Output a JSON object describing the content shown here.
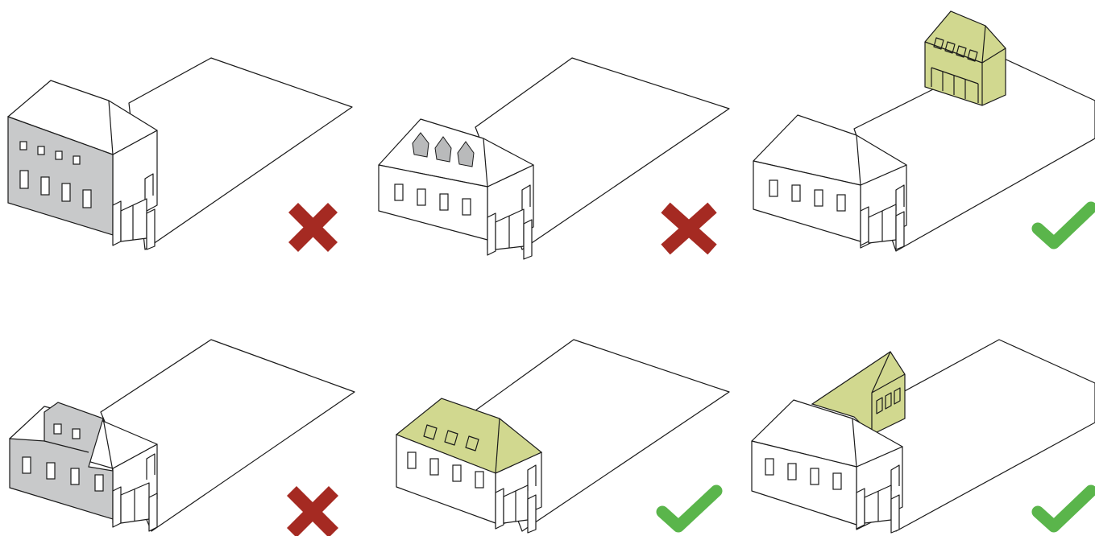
{
  "colors": {
    "grey_facade": "#c8c9ca",
    "grey_dormer": "#b9babb",
    "green_addition": "#d1d88f",
    "reject_red": "#a52a22",
    "accept_green": "#5ab54b",
    "line": "#1a1a1a"
  },
  "variants": [
    {
      "row": 1,
      "col": 1,
      "verdict": "rejected",
      "icon": "cross-icon",
      "modification": "extra-storey-grey"
    },
    {
      "row": 1,
      "col": 2,
      "verdict": "rejected",
      "icon": "cross-icon",
      "modification": "roof-dormers-grey"
    },
    {
      "row": 1,
      "col": 3,
      "verdict": "accepted",
      "icon": "check-icon",
      "modification": "detached-rear-building-green"
    },
    {
      "row": 2,
      "col": 1,
      "verdict": "rejected",
      "icon": "cross-icon",
      "modification": "front-gable-storey-grey"
    },
    {
      "row": 2,
      "col": 2,
      "verdict": "accepted",
      "icon": "check-icon",
      "modification": "roof-skylights-green"
    },
    {
      "row": 2,
      "col": 3,
      "verdict": "accepted",
      "icon": "check-icon",
      "modification": "rear-wing-extension-green"
    }
  ]
}
